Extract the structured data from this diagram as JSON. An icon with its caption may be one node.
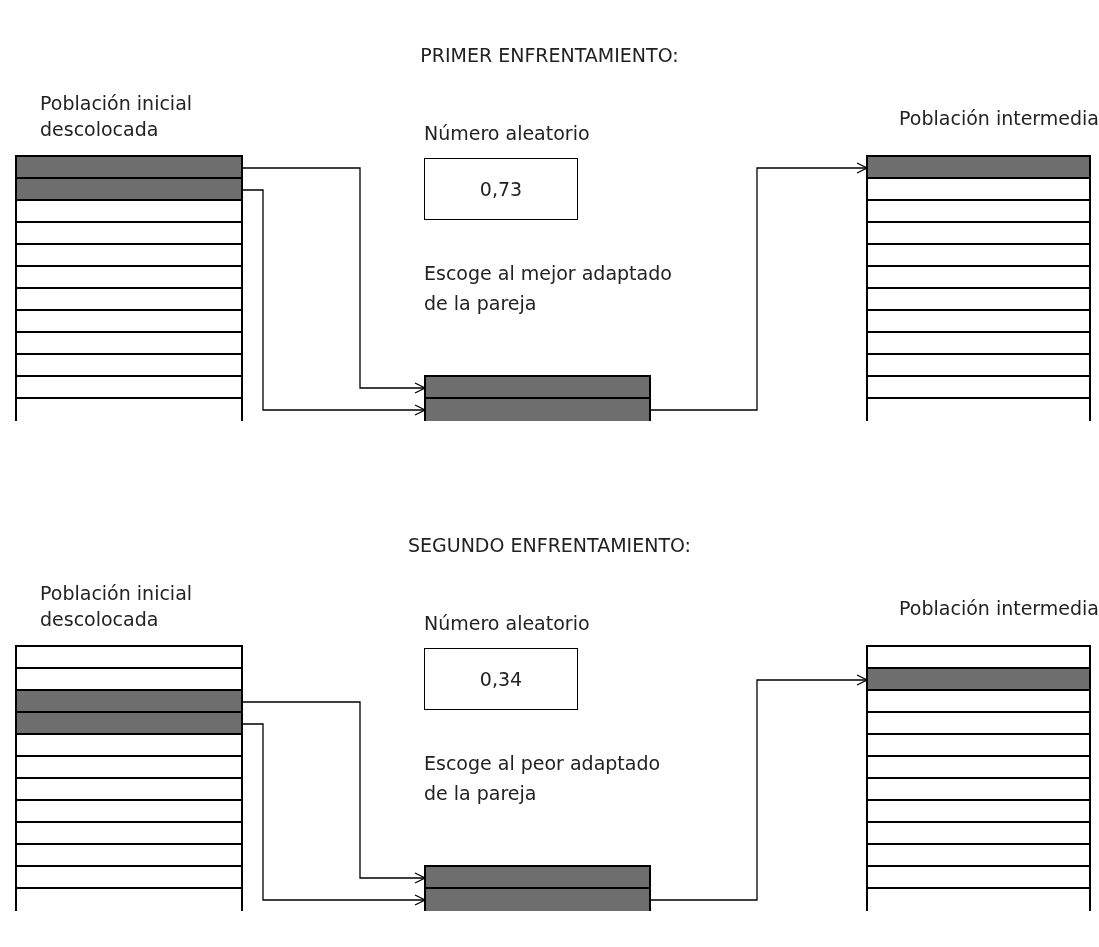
{
  "diagram": {
    "nodes": [
      {
        "text": [
          "Población inicial descolocada"
        ]
      },
      {
        "text": [],
        "shape": "bar",
        "in": 0
      },
      {
        "text": [],
        "shape": "bar",
        "in": 0
      },
      {
        "text": [],
        "shape": "bar",
        "in": 0
      },
      {
        "text": [],
        "shape": "bar",
        "in": 0
      },
      {
        "text": [],
        "shape": "bar",
        "in": 0
      },
      {
        "text": [],
        "shape": "bar",
        "in": 0
      },
      {
        "text": [],
        "shape": "bar",
        "in": 0
      },
      {
        "text": [],
        "shape": "bar",
        "in": 0
      },
      {
        "text": [],
        "shape": "bar",
        "in": 0
      },
      {
        "text": [],
        "shape": "bar",
        "in": 0
      },
      {
        "text": [],
        "shape": "bar",
        "in": 0
      },
      {
        "text": [],
        "shape": "bar",
        "in": 0
      },
      {
        "text": [
          "Número aleatorio",
          "0,73"
        ]
      },
      {
        "text": [],
        "shape": "box"
      },
      {
        "text": [],
        "shape": "bar",
        "in": 14
      },
      {
        "text": [],
        "shape": "bar",
        "in": 14
      },
      {
        "text": [
          "Población intermedia"
        ]
      },
      {
        "text": [],
        "shape": "bar",
        "in": 17
      },
      {
        "text": [],
        "shape": "bar",
        "in": 17
      },
      {
        "text": [],
        "shape": "bar",
        "in": 17
      },
      {
        "text": [],
        "shape": "bar",
        "in": 17
      },
      {
        "text": [],
        "shape": "bar",
        "in": 17
      },
      {
        "text": [],
        "shape": "bar",
        "in": 17
      },
      {
        "text": [],
        "shape": "bar",
        "in": 17
      },
      {
        "text": [],
        "shape": "bar",
        "in": 17
      },
      {
        "text": [],
        "shape": "bar",
        "in": 17
      },
      {
        "text": [],
        "shape": "bar",
        "in": 17
      },
      {
        "text": [],
        "shape": "bar",
        "in": 17
      },
      {
        "text": [],
        "shape": "bar",
        "in": 17
      },
      {
        "text": [
          "Población inicial descolocada"
        ]
      },
      {
        "text": [],
        "shape": "bar",
        "in": 30
      },
      {
        "text": [],
        "shape": "bar",
        "in": 30
      },
      {
        "text": [],
        "shape": "bar",
        "in": 30
      },
      {
        "text": [],
        "shape": "bar",
        "in": 30
      },
      {
        "text": [],
        "shape": "bar",
        "in": 30
      },
      {
        "text": [],
        "shape": "bar",
        "in": 30
      },
      {
        "text": [],
        "shape": "bar",
        "in": 30
      },
      {
        "text": [],
        "shape": "bar",
        "in": 30
      },
      {
        "text": [],
        "shape": "bar",
        "in": 30
      },
      {
        "text": [],
        "shape": "bar",
        "in": 30
      },
      {
        "text": [],
        "shape": "bar",
        "in": 30
      },
      {
        "text": [],
        "shape": "bar",
        "in": 30
      },
      {
        "text": [
          "Número aleatorio",
          "0,34"
        ]
      },
      {
        "text": [],
        "shape": "box"
      },
      {
        "text": [],
        "shape": "bar",
        "in": 44
      },
      {
        "text": [],
        "shape": "bar",
        "in": 44
      },
      {
        "text": [
          "Población intermedia"
        ]
      },
      {
        "text": [],
        "shape": "bar",
        "in": 47
      },
      {
        "text": [],
        "shape": "bar",
        "in": 47
      },
      {
        "text": [],
        "shape": "bar",
        "in": 47
      },
      {
        "text": [],
        "shape": "bar",
        "in": 47
      },
      {
        "text": [],
        "shape": "bar",
        "in": 47
      },
      {
        "text": [],
        "shape": "bar",
        "in": 47
      },
      {
        "text": [],
        "shape": "bar",
        "in": 47
      },
      {
        "text": [],
        "shape": "bar",
        "in": 47
      },
      {
        "text": [],
        "shape": "bar",
        "in": 47
      },
      {
        "text": [],
        "shape": "bar",
        "in": 47
      },
      {
        "text": [],
        "shape": "bar",
        "in": 47
      },
      {
        "text": [],
        "shape": "bar",
        "in": 47
      }
    ],
    "edges": [
      {
        "from": 1,
        "to": 15,
        "arrow": "to"
      },
      {
        "from": 2,
        "to": 16,
        "arrow": "to"
      },
      {
        "from": 16,
        "to": 18,
        "arrow": "to"
      },
      {
        "from": 33,
        "to": 45,
        "arrow": "to"
      },
      {
        "from": 34,
        "to": 46,
        "arrow": "to"
      },
      {
        "from": 46,
        "to": 49,
        "arrow": "to"
      }
    ],
    "labels": [
      "PRIMER ENFRENTAMIENTO:",
      "Escoge al mejor adaptado de la pareja",
      "SEGUNDO ENFRENTAMIENTO:",
      "Escoge al peor adaptado de la pareja"
    ]
  }
}
